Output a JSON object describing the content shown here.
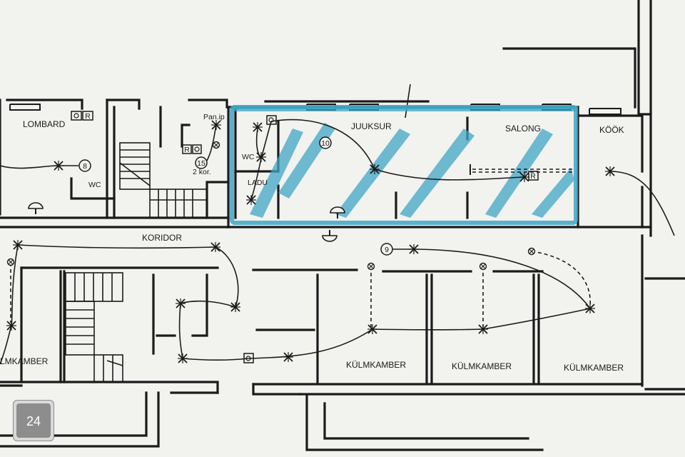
{
  "rooms": {
    "lombard": "LOMBARD",
    "wc_left": "WC",
    "pan_ip": "Pan.ip",
    "two_kor": "2 kor.",
    "wc_mid": "WC",
    "ladu": "LADU",
    "juuksur": "JUUKSUR",
    "salong": "SALONG",
    "kook": "KÖÖK",
    "koridor": "KORIDOR",
    "kylmkamber_left": "LMKAMBER",
    "kylmkamber_1": "KÜLMKAMBER",
    "kylmkamber_2": "KÜLMKAMBER",
    "kylmkamber_3": "KÜLMKAMBER"
  },
  "circuit_numbers": {
    "c8": "8",
    "c15": "15",
    "c10": "10",
    "c9": "9"
  },
  "switch_marks": {
    "r1": "R",
    "r2": "R",
    "r3": "R"
  },
  "page_number": "24",
  "colors": {
    "highlight": "#3fa6c6",
    "line": "#1b1b1b",
    "paper": "#f2f2ef"
  }
}
